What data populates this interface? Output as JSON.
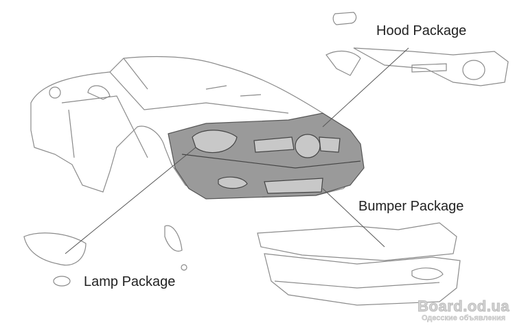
{
  "labels": {
    "hood": "Hood Package",
    "bumper": "Bumper Package",
    "lamp": "Lamp Package"
  },
  "watermark": {
    "site": "Board.od.ua",
    "subtitle": "Одесские объявления"
  },
  "colors": {
    "film_fill": "#9a9a9a",
    "outline": "#8a8a8a"
  }
}
